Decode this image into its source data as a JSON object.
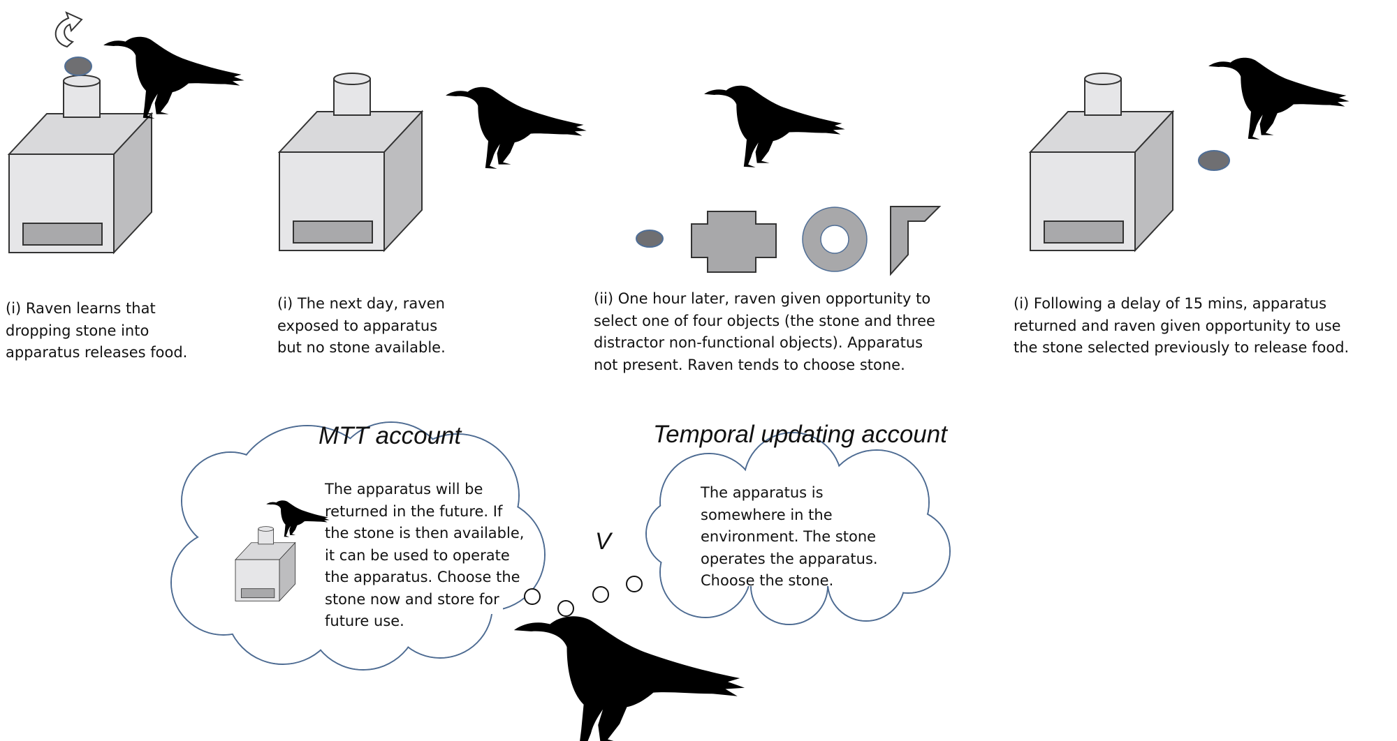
{
  "panels": [
    {
      "caption": [
        "(i) Raven learns that",
        "dropping stone into",
        "apparatus releases food."
      ]
    },
    {
      "caption": [
        "(i) The next day, raven",
        "exposed to apparatus",
        "but no stone available."
      ]
    },
    {
      "caption": [
        "(ii) One hour later, raven given opportunity to",
        "select one of four objects (the stone and three",
        "distractor non-functional objects). Apparatus",
        "not present. Raven tends to choose stone."
      ]
    },
    {
      "caption": [
        "(i) Following a delay of 15 mins, apparatus",
        "returned and raven given opportunity to use",
        "the stone selected previously to release food."
      ]
    }
  ],
  "accounts": {
    "mtt": {
      "heading": "MTT account",
      "thought": [
        "The apparatus will be",
        "returned in the future. If",
        "the stone is then available,",
        "it can be used to operate",
        "the apparatus. Choose the",
        "stone now and store for",
        "future use."
      ]
    },
    "versus": "V",
    "temporal": {
      "heading": "Temporal updating account",
      "thought": [
        "The apparatus is",
        "somewhere in the",
        "environment. The stone",
        "operates the apparatus.",
        "Choose the stone."
      ]
    }
  },
  "colors": {
    "box_front": "#e6e6e8",
    "box_side": "#bdbdbf",
    "box_top": "#d9d9db",
    "slot": "#a9a9ab",
    "stone": "#6f6f72",
    "stone_edge": "#4f6e96",
    "distractor": "#a8a8aa",
    "cloud_edge": "#4d6b92",
    "raven": "#000000"
  },
  "icons": [
    "raven-icon",
    "apparatus-icon",
    "stone-icon",
    "rotate-arrow-icon",
    "cross-shape-icon",
    "ring-shape-icon",
    "angle-shape-icon",
    "thought-cloud-icon"
  ]
}
